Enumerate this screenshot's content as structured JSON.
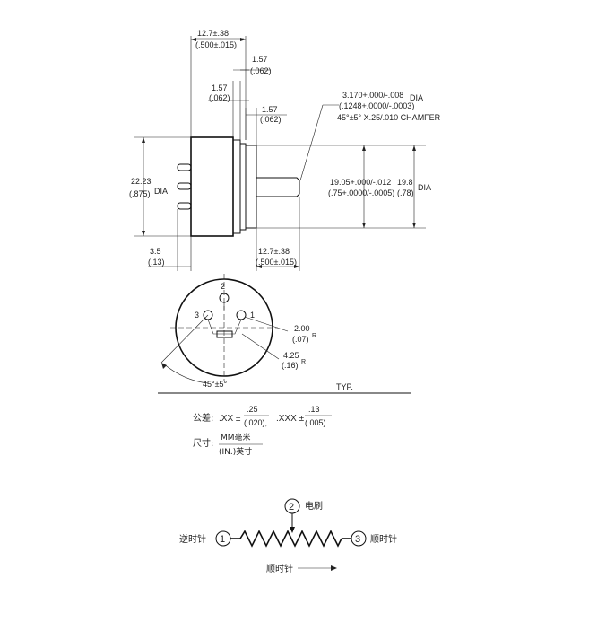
{
  "dimensions": {
    "top_overall": {
      "mm": "12.7±.38",
      "inch": "(.500±.015)"
    },
    "flange_a": {
      "mm": "1.57",
      "inch": "(.062)"
    },
    "flange_b": {
      "mm": "1.57",
      "inch": "(.062)"
    },
    "flange_c": {
      "mm": "1.57",
      "inch": "(.062)"
    },
    "shaft_dia": {
      "mm": "3.170+.000/-.008",
      "inch": "(.1248+.0000/-.0003)",
      "suffix": "DIA"
    },
    "chamfer": "45°±5° X.25/.010 CHAMFER",
    "body_dia": {
      "mm": "22.23",
      "inch": "(.875)",
      "suffix": "DIA"
    },
    "bushing_dia": {
      "mm": "19.05+.000/-.012",
      "inch": "(.75+.0000/-.0005)"
    },
    "outer_dia": {
      "mm": "19.8",
      "inch": "(.78)",
      "suffix": "DIA"
    },
    "terminal_offset": {
      "mm": "3.5",
      "inch": "(.13)"
    },
    "shaft_length": {
      "mm": "12.7±.38",
      "inch": "(.500±.015)"
    },
    "radius_small": {
      "mm": "2.00",
      "inch": "(.07)",
      "suffix": "R"
    },
    "radius_large": {
      "mm": "4.25",
      "inch": "(.16)",
      "suffix": "R"
    },
    "angle": "45°±5°",
    "typ": "TYP."
  },
  "pins": {
    "p1": "1",
    "p2": "2",
    "p3": "3"
  },
  "tolerance": {
    "label": "公差:",
    "xx": ".XX ±",
    "xx_num": ".25",
    "xx_den": "(.020),",
    "xxx": ".XXX ±",
    "xxx_num": ".13",
    "xxx_den": "(.005)"
  },
  "units": {
    "label": "尺寸:",
    "mm": "MM毫米",
    "inch": "(IN.)英寸"
  },
  "schematic": {
    "ccw_label": "逆时针",
    "cw_label": "顺时针",
    "wiper_label": "电刷",
    "pin1": "1",
    "pin2": "2",
    "pin3": "3",
    "direction_label": "顺时针"
  }
}
